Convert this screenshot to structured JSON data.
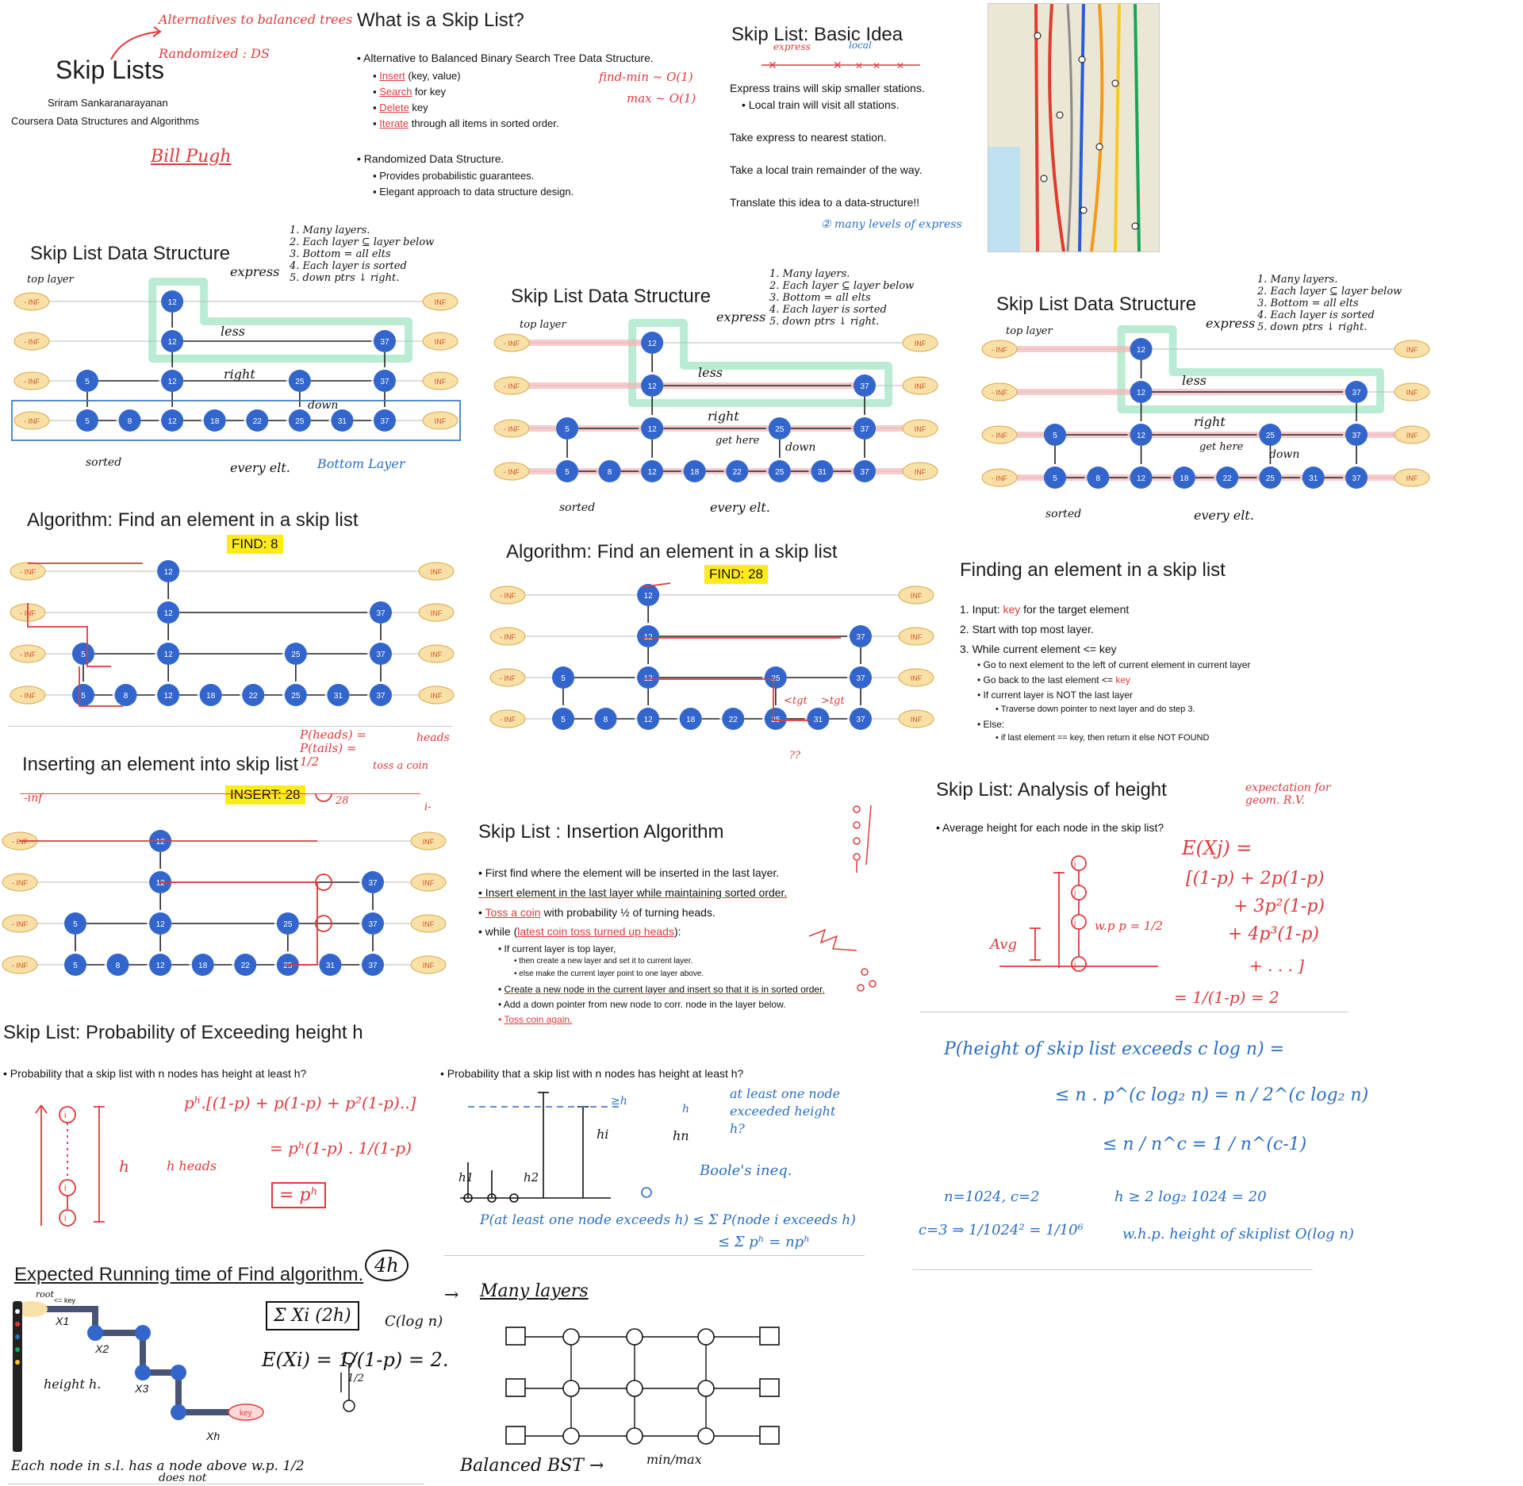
{
  "skip_lists": {
    "title": "Skip Lists",
    "author": "Sriram Sankaranarayanan",
    "course": "Coursera Data Structures and Algorithms",
    "notes": [
      "Alternatives to balanced trees",
      "Randomized : DS",
      "Bill Pugh"
    ]
  },
  "what_is": {
    "title": "What is a Skip List?",
    "bullet1": "Alternative to Balanced Binary Search Tree Data Structure.",
    "sub1": [
      {
        "hl": "Insert",
        "rest": " (key, value)"
      },
      {
        "hl": "Search",
        "rest": " for key"
      },
      {
        "hl": "Delete",
        "rest": " key"
      },
      {
        "hl": "Iterate",
        "rest": " through all items in sorted order."
      }
    ],
    "bullet2": "Randomized Data Structure.",
    "sub2": [
      "Provides probabilistic guarantees.",
      "Elegant approach to data structure design."
    ],
    "notes": [
      "find-min ~ O(1)",
      "max ~ O(1)"
    ]
  },
  "basic_idea": {
    "title": "Skip List: Basic Idea",
    "lines": [
      "Express trains will skip smaller stations.",
      "Local train will visit all stations.",
      "Take express to nearest station.",
      "Take a local train remainder of the way.",
      "Translate this idea to a data-structure!!"
    ],
    "notes": [
      "express",
      "local",
      "many levels of express"
    ]
  },
  "ds": {
    "title": "Skip List Data Structure",
    "top_layer": "top layer",
    "rules": [
      "1. Many layers.",
      "2. Each layer ⊆ layer below",
      "3. Bottom = all elts",
      "4. Each layer is sorted",
      "5. down ptrs ↓ right."
    ],
    "notes": [
      "express",
      "less",
      "right",
      "down",
      "sorted",
      "every elt.",
      "Bottom Layer",
      "get here"
    ],
    "inf_neg": "- INF",
    "inf_pos": "INF"
  },
  "find": {
    "title": "Algorithm: Find an element in a skip list",
    "badge1": "FIND: 8",
    "badge2": "FIND: 28",
    "notes": [
      "<tgt",
      ">tgt",
      "??"
    ]
  },
  "finding": {
    "title": "Finding an element in a skip list",
    "steps": [
      "1.  Input: ",
      "key",
      " for the target element",
      "2.  Start with top most layer.",
      "3.  While current element <= key"
    ],
    "subs": [
      "Go to next element to the left of current element in current layer",
      "Go back to the last element <= ",
      "key",
      "If current layer is NOT the last layer",
      "Traverse down pointer to next layer and do step 3.",
      "Else:",
      "if last element == key, then return it else NOT FOUND"
    ]
  },
  "inserting": {
    "title": "Inserting an element into skip list",
    "badge": "INSERT: 28",
    "notes": [
      "P(heads) = P(tails) = 1/2",
      "heads",
      "toss a coin",
      "28",
      "-inf",
      "i-"
    ]
  },
  "insert_algo": {
    "title": "Skip List : Insertion Algorithm",
    "b1": "First find where the element will be inserted in the last layer.",
    "b2": "Insert element in the last layer while maintaining sorted order.",
    "b3a": "Toss a coin",
    "b3b": " with probability ½ of turning heads.",
    "b4a": "while (",
    "b4b": "latest coin toss turned up heads",
    "b4c": "):",
    "s1": "If current layer is top layer,",
    "s1a": "then create a new layer and set it to current layer.",
    "s1b": "else make the current layer point to one layer above.",
    "s2": "Create a new node in the current layer and insert so that it is in sorted order.",
    "s3": "Add a down pointer from new node to corr. node in the layer below.",
    "s4": "Toss coin again."
  },
  "analysis": {
    "title": "Skip List: Analysis of height",
    "bullet": "Average height for each node in the skip list?",
    "notes": [
      "expectation for geom. R.V.",
      "E(Xj) =",
      "[(1-p) + 2p(1-p)",
      "+ 3p²(1-p)",
      "+ 4p³(1-p)",
      "+ . . . ]",
      "= 1/(1-p) = 2",
      "Avg",
      "w.p p = 1/2"
    ]
  },
  "prob": {
    "title": "Skip List: Probability of Exceeding height h",
    "bullet": "Probability that a skip list with n nodes has height at least h?",
    "notes": [
      "pʰ.[(1-p) + p(1-p) + p²(1-p)..]",
      "h heads",
      "= pʰ(1-p) . 1/(1-p)",
      "= pʰ",
      "h"
    ]
  },
  "prob2": {
    "bullet": "Probability that a skip list with n nodes has height at least h?",
    "notes": [
      "at least one node exceeded height h?",
      "Boole's ineq.",
      "P(at least one node exceeds h) ≤ Σ P(node i exceeds h)",
      "≤ Σ pʰ = npʰ",
      "hi",
      "hn",
      "h1",
      "h2",
      "≥h",
      "h"
    ]
  },
  "clog": {
    "notes": [
      "P(height of skip list exceeds c log n) =",
      "≤ n . p^(c log₂ n) = n / 2^(c log₂ n)",
      "≤ n / n^c = 1 / n^(c-1)",
      "n=1024,   c=2",
      "h ≥ 2 log₂ 1024 = 20",
      "c=3 ⇒ 1/1024² = 1/10⁶",
      "w.h.p. height of skiplist O(log n)"
    ]
  },
  "running": {
    "title": "Expected Running time of Find algorithm.",
    "notes": [
      "4h",
      "Σ Xi (2h)",
      "C(log n)",
      "E(Xi) = 1/(1-p) = 2.",
      "height h.",
      "Each node in s.l. has a node above w.p. 1/2",
      "does not",
      "root",
      "<= key",
      "key",
      "X1",
      "X2",
      "X3",
      "Xh",
      "1/2"
    ]
  },
  "many_layers": {
    "notes": [
      "Many layers",
      "Balanced BST",
      "min/max"
    ]
  },
  "colors": {
    "node_blue": "#3366cc",
    "inf_yellow": "#f9e0a6",
    "ink_red": "#e0393d",
    "ink_blue": "#2a6fc2",
    "highlight_green": "#b9ecd3",
    "badge_yellow": "#ffeb1a"
  }
}
